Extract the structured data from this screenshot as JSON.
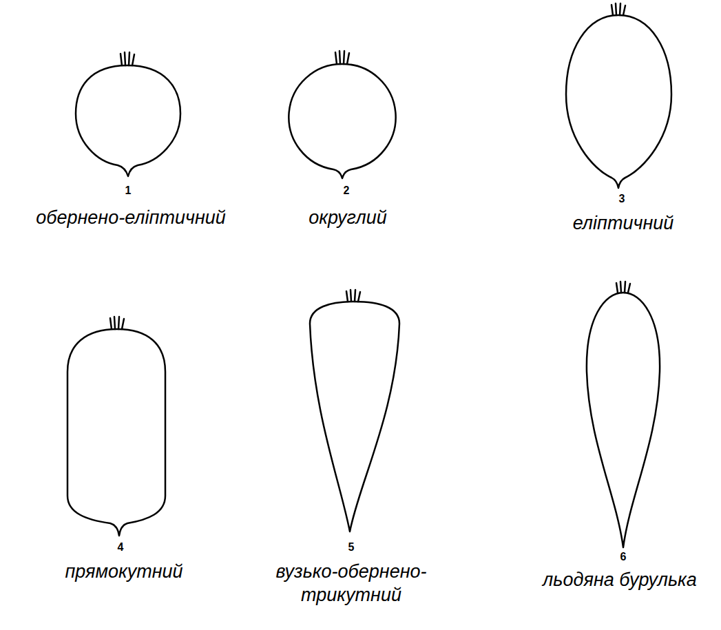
{
  "diagram": {
    "labels": [
      "1",
      "обернено-еліптичний",
      "2",
      "округлий",
      "3",
      "еліптичний",
      "4",
      "прямокутний",
      "5",
      "вузько-обернено- трикутний",
      "6",
      "льодяна бурулька"
    ]
  }
}
